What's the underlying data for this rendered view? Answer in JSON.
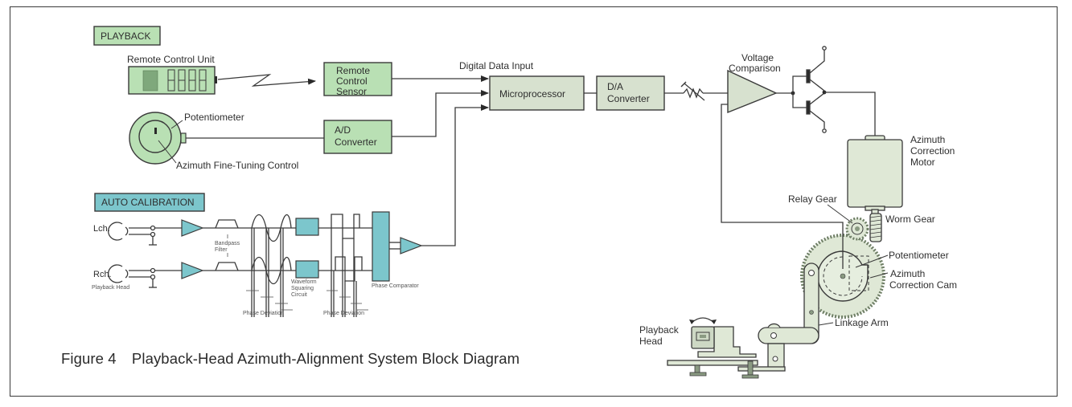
{
  "figure": {
    "number": "Figure 4",
    "title": "Playback-Head Azimuth-Alignment System Block Diagram"
  },
  "sections": {
    "playback": "PLAYBACK",
    "auto_calibration": "AUTO CALIBRATION"
  },
  "playback": {
    "remote_control_unit": "Remote Control Unit",
    "remote_control_sensor": [
      "Remote",
      "Control",
      "Sensor"
    ],
    "potentiometer": "Potentiometer",
    "azimuth_fine_tuning": "Azimuth Fine-Tuning Control",
    "ad_converter": [
      "A/D",
      "Converter"
    ]
  },
  "core": {
    "digital_data_input": "Digital Data Input",
    "microprocessor": "Microprocessor",
    "da_converter": [
      "D/A",
      "Converter"
    ],
    "voltage_comparison": [
      "Voltage",
      "Comparison"
    ]
  },
  "mechanism": {
    "azimuth_correction_motor": [
      "Azimuth",
      "Correction",
      "Motor"
    ],
    "relay_gear": "Relay Gear",
    "worm_gear": "Worm Gear",
    "potentiometer": "Potentiometer",
    "azimuth_correction_cam": [
      "Azimuth",
      "Correction Cam"
    ],
    "linkage_arm": "Linkage Arm",
    "playback_head": [
      "Playback",
      "Head"
    ]
  },
  "auto_calibration": {
    "lch": "Lch.",
    "rch": "Rch.",
    "playback_head": "Playback Head",
    "bandpass_filter": [
      "Bandpass",
      "Filter"
    ],
    "waveform_squaring": [
      "Waveform",
      "Squaring",
      "Circuit"
    ],
    "phase_deviation_1": "Phase Deviation",
    "phase_deviation_2": "Phase Deviation",
    "phase_comparator": "Phase Comparator"
  },
  "colors": {
    "playback_green": "#b9e0b4",
    "calibration_teal": "#7cc6cc",
    "mechanism_grey_green": "#dfe8d6"
  }
}
